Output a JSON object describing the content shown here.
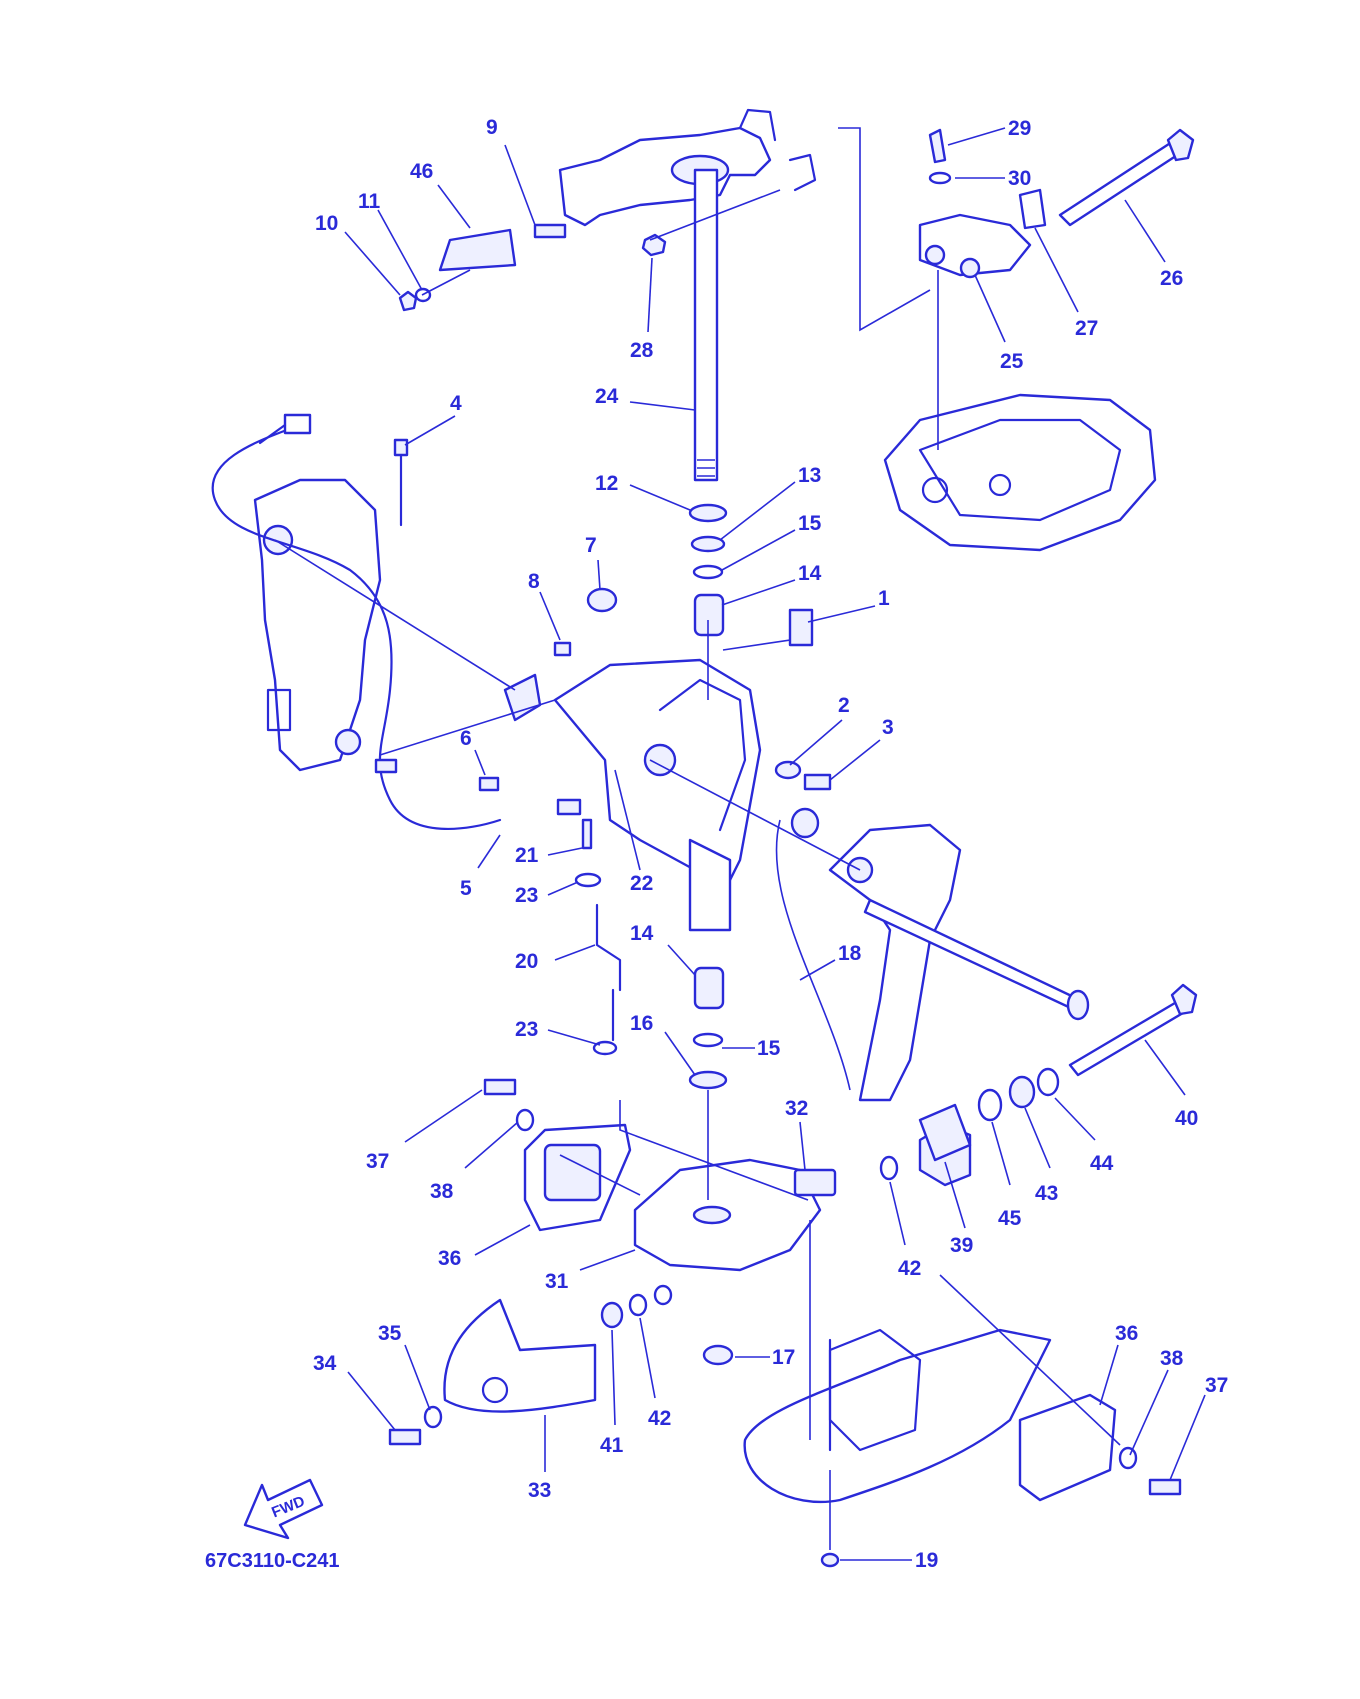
{
  "diagram": {
    "figure_code": "67C3110-C241",
    "fwd_label": "FWD",
    "callouts": [
      "1",
      "2",
      "3",
      "4",
      "5",
      "6",
      "7",
      "8",
      "9",
      "10",
      "11",
      "12",
      "13",
      "14",
      "15",
      "16",
      "17",
      "18",
      "19",
      "20",
      "21",
      "22",
      "23",
      "24",
      "25",
      "26",
      "27",
      "28",
      "29",
      "30",
      "31",
      "32",
      "33",
      "34",
      "35",
      "36",
      "37",
      "38",
      "39",
      "40",
      "41",
      "42",
      "43",
      "44",
      "45",
      "46"
    ],
    "colors": {
      "line": "#2a2ad8",
      "background": "#ffffff"
    }
  }
}
